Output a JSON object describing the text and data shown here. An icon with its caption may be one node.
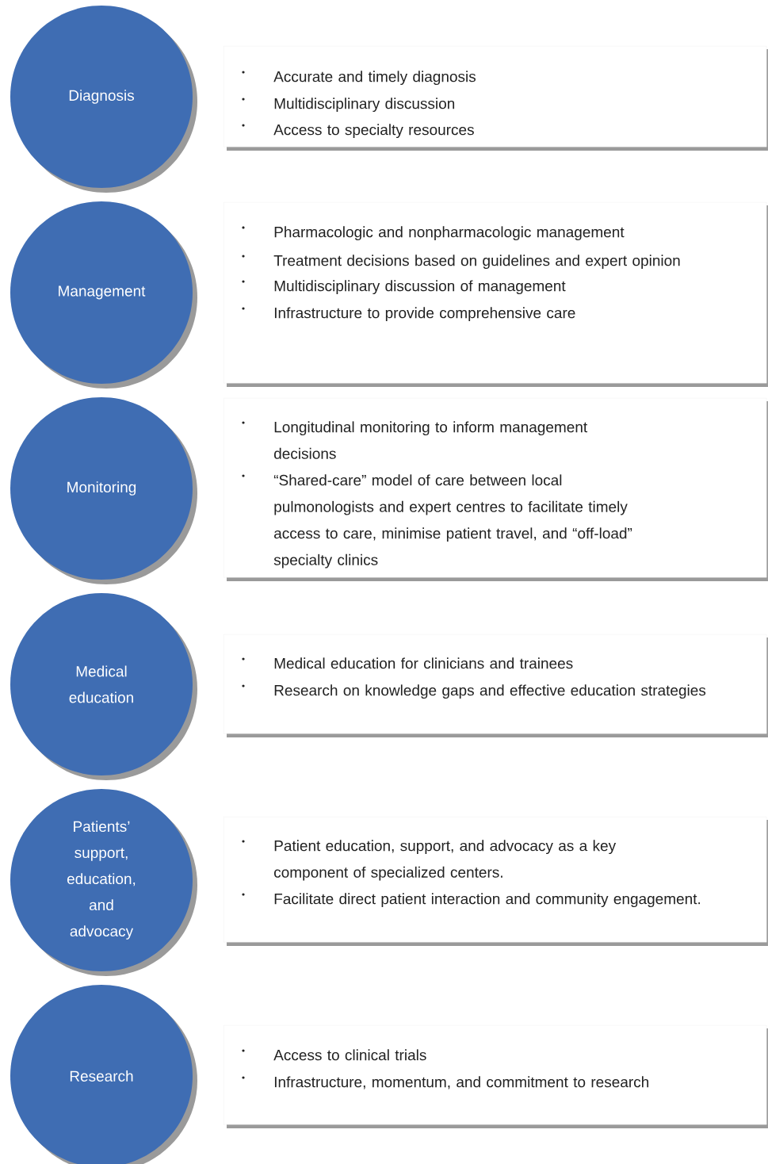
{
  "diagram": {
    "nodes": [
      {
        "text": [
          "Diagnosis"
        ]
      },
      {
        "text": [
          "Accurate and timely diagnosis",
          "Multidisciplinary discussion",
          "Access to specialty resources"
        ]
      },
      {
        "text": [
          "Management"
        ]
      },
      {
        "text": [
          "Pharmacologic and nonpharmacologic management",
          "Treatment decisions based on guidelines and expert opinion",
          "Multidisciplinary discussion of management",
          "Infrastructure to provide comprehensive care"
        ]
      },
      {
        "text": [
          "Monitoring"
        ]
      },
      {
        "text": [
          "Longitudinal monitoring to inform management decisions",
          "“Shared-care” model of care between local pulmonologists and expert centres to facilitate timely access to care, minimise patient travel, and “off-load” specialty clinics"
        ]
      },
      {
        "text": [
          "Medical education"
        ]
      },
      {
        "text": [
          "Medical education for clinicians and trainees",
          "Research on knowledge gaps and effective education strategies"
        ]
      },
      {
        "text": [
          "Patients’ support, education, and advocacy"
        ]
      },
      {
        "text": [
          "Patient education, support, and advocacy as a key component of specialized centers.",
          "Facilitate direct patient interaction and community engagement."
        ]
      },
      {
        "text": [
          "Research"
        ]
      },
      {
        "text": [
          "Access to clinical trials",
          "Infrastructure, momentum, and commitment to research"
        ]
      }
    ]
  }
}
